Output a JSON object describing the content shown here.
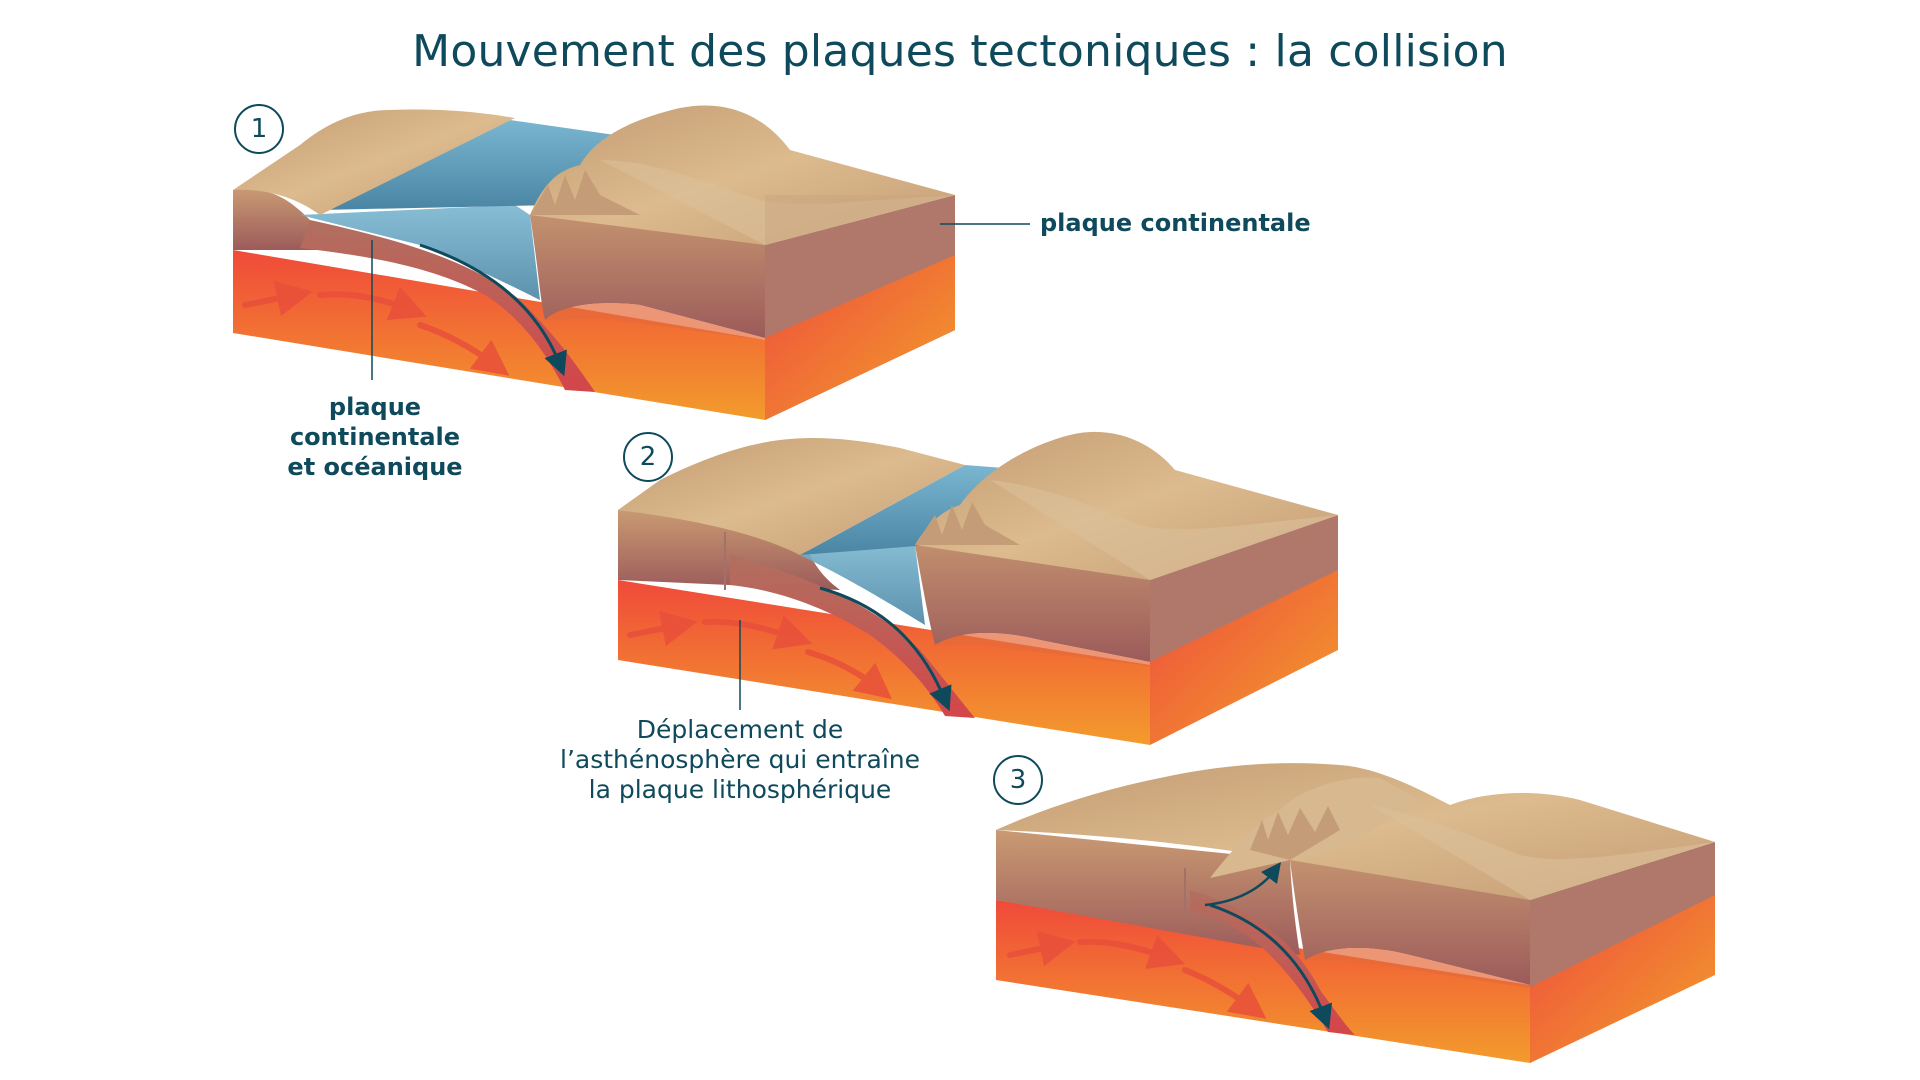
{
  "title": "Mouvement des plaques tectoniques : la collision",
  "steps": [
    {
      "number": "1"
    },
    {
      "number": "2"
    },
    {
      "number": "3"
    }
  ],
  "labels": {
    "continental_plate": "plaque continentale",
    "continental_oceanic_line1": "plaque continentale",
    "continental_oceanic_line2": "et océanique",
    "asthenosphere_line1": "Déplacement de",
    "asthenosphere_line2": "l’asthénosphère qui entraîne",
    "asthenosphere_line3": "la plaque lithosphérique"
  },
  "colors": {
    "text": "#0e4a5c",
    "land_top": "#d2ad80",
    "crust_side": "#b07a66",
    "mantle_top": "#f0503a",
    "mantle_bottom": "#f2962e",
    "ocean": "#5a9dbb",
    "arrow": "#0e4a5c"
  },
  "icons": {
    "flow_arrows": "red-flow-arrow",
    "subduction_arrow": "dark-curved-arrow"
  }
}
